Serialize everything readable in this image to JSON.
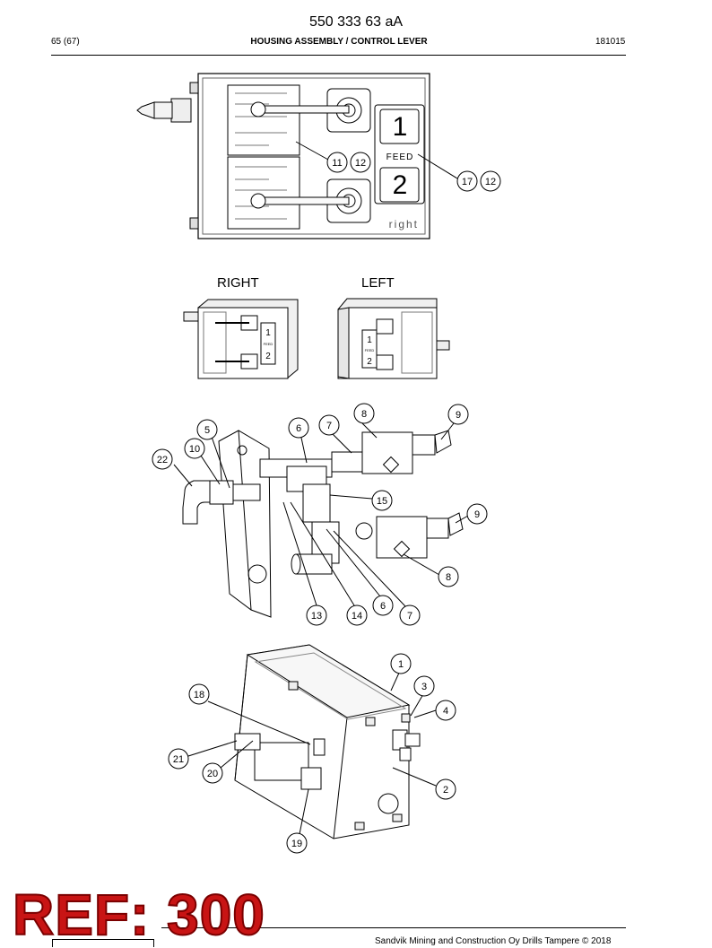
{
  "header": {
    "doc_code": "550 333 63 aA",
    "page": "65 (67)",
    "title": "HOUSING ASSEMBLY / CONTROL LEVER",
    "date": "181015"
  },
  "top_view": {
    "panel_number_1": "1",
    "panel_number_2": "2",
    "feed_label": "FEED",
    "side_text": "right",
    "callouts": [
      "11",
      "12",
      "17",
      "12"
    ]
  },
  "views": {
    "right_label": "RIGHT",
    "left_label": "LEFT",
    "mini_right_num1": "1",
    "mini_right_num2": "2",
    "mini_right_feed": "FEED",
    "mini_left_num1": "1",
    "mini_left_num2": "2",
    "mini_left_feed": "FEED"
  },
  "valve_callouts": [
    "5",
    "10",
    "22",
    "6",
    "7",
    "8",
    "9",
    "15",
    "9",
    "8",
    "13",
    "14",
    "6",
    "7"
  ],
  "housing_callouts": [
    "1",
    "3",
    "4",
    "18",
    "21",
    "20",
    "2",
    "19"
  ],
  "stamp": "REF: 300",
  "footer": {
    "copyright": "Sandvik Mining and Construction Oy Drills Tampere © 2018"
  }
}
